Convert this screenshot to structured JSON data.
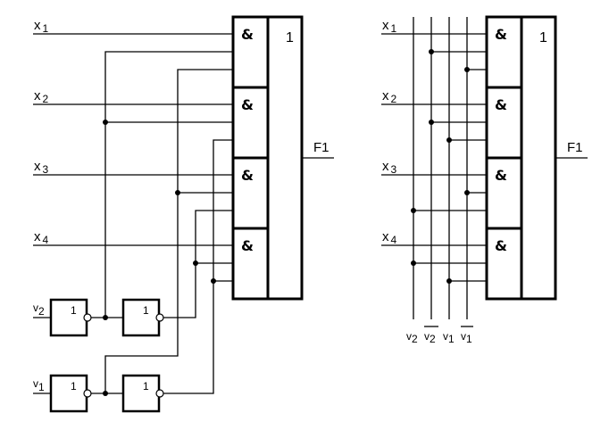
{
  "left_circuit": {
    "inputs": [
      {
        "name": "x",
        "sub": "1"
      },
      {
        "name": "x",
        "sub": "2"
      },
      {
        "name": "x",
        "sub": "3"
      },
      {
        "name": "x",
        "sub": "4"
      }
    ],
    "control_inputs": [
      {
        "name": "v",
        "sub": "2"
      },
      {
        "name": "v",
        "sub": "1"
      }
    ],
    "and_symbol": "&",
    "or_symbol": "1",
    "inverter_symbol": "1",
    "output_label": "F1"
  },
  "right_circuit": {
    "inputs": [
      {
        "name": "x",
        "sub": "1"
      },
      {
        "name": "x",
        "sub": "2"
      },
      {
        "name": "x",
        "sub": "3"
      },
      {
        "name": "x",
        "sub": "4"
      }
    ],
    "bus_labels": [
      {
        "name": "v",
        "sub": "2",
        "inverted": false
      },
      {
        "name": "v",
        "sub": "2",
        "inverted": true
      },
      {
        "name": "v",
        "sub": "1",
        "inverted": false
      },
      {
        "name": "v",
        "sub": "1",
        "inverted": true
      }
    ],
    "and_symbol": "&",
    "or_symbol": "1",
    "output_label": "F1"
  }
}
